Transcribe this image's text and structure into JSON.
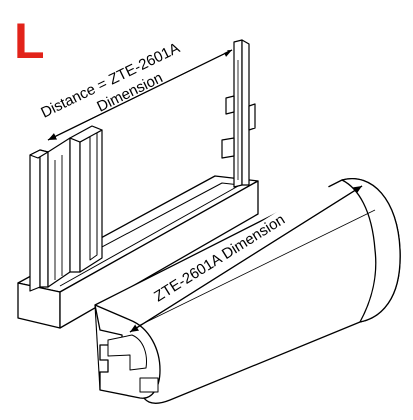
{
  "figure": {
    "letter": "L",
    "label_distance_line1": "Distance = ZTE-2601A",
    "label_distance_line2": "Dimension",
    "label_handrail": "ZTE-2601A Dimension",
    "accent_color": "#e2231a",
    "line_color": "#000000"
  }
}
